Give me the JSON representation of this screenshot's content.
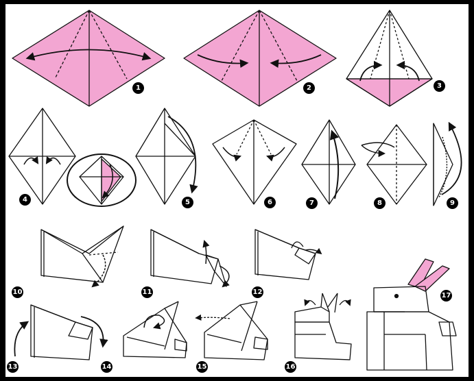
{
  "diagram": {
    "colors": {
      "paper_pink": "#f3a6d2",
      "outline": "#111111",
      "background": "#000000",
      "sheet": "#ffffff"
    },
    "steps": [
      "1",
      "2",
      "3",
      "4",
      "5",
      "6",
      "7",
      "8",
      "9",
      "10",
      "11",
      "12",
      "13",
      "14",
      "15",
      "16",
      "17"
    ]
  }
}
